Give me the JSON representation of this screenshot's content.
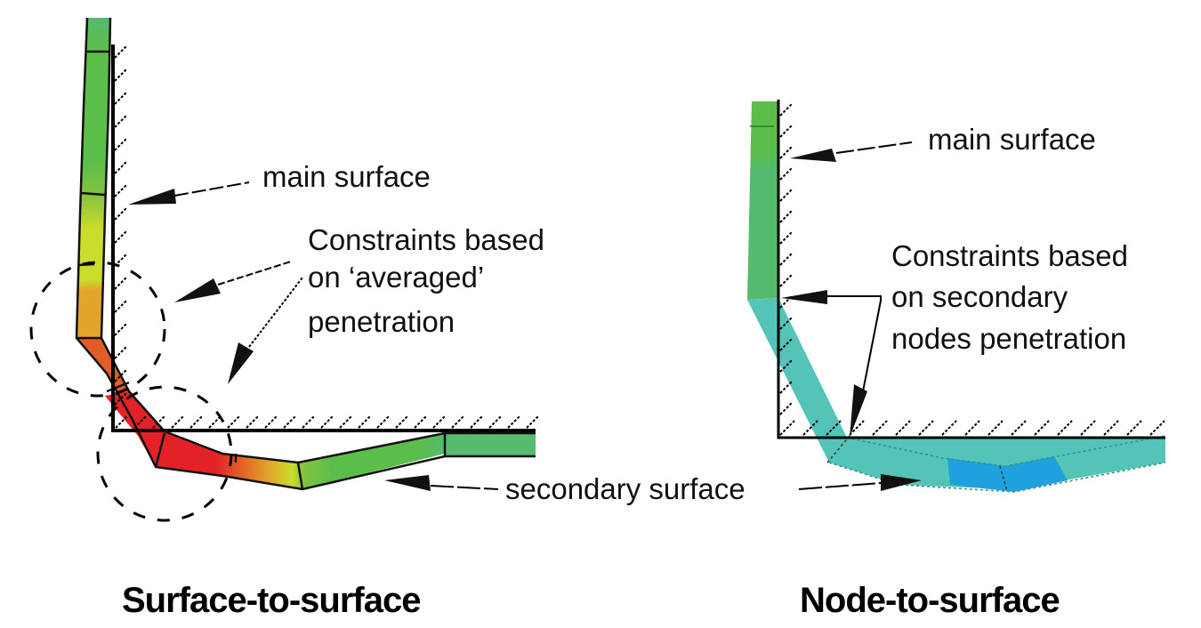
{
  "colors": {
    "contact_green": "#55bb6e",
    "green": "#5bbd4a",
    "light_green": "#82c341",
    "yellow_green": "#c9dd2c",
    "orange": "#e2a42a",
    "red_orange": "#e35b27",
    "red": "#e32228",
    "teal": "#55c4b8",
    "blue": "#1ea1dc"
  },
  "left_panel": {
    "caption": "Surface-to-surface",
    "main_surface_label": "main surface",
    "constraint_label_lines": [
      "Constraints based",
      "on ‘averaged’",
      "penetration"
    ]
  },
  "right_panel": {
    "caption": "Node-to-surface",
    "main_surface_label": "main surface",
    "constraint_label_lines": [
      "Constraints based",
      "on secondary",
      "nodes penetration"
    ]
  },
  "shared": {
    "secondary_surface_label": "secondary surface"
  }
}
